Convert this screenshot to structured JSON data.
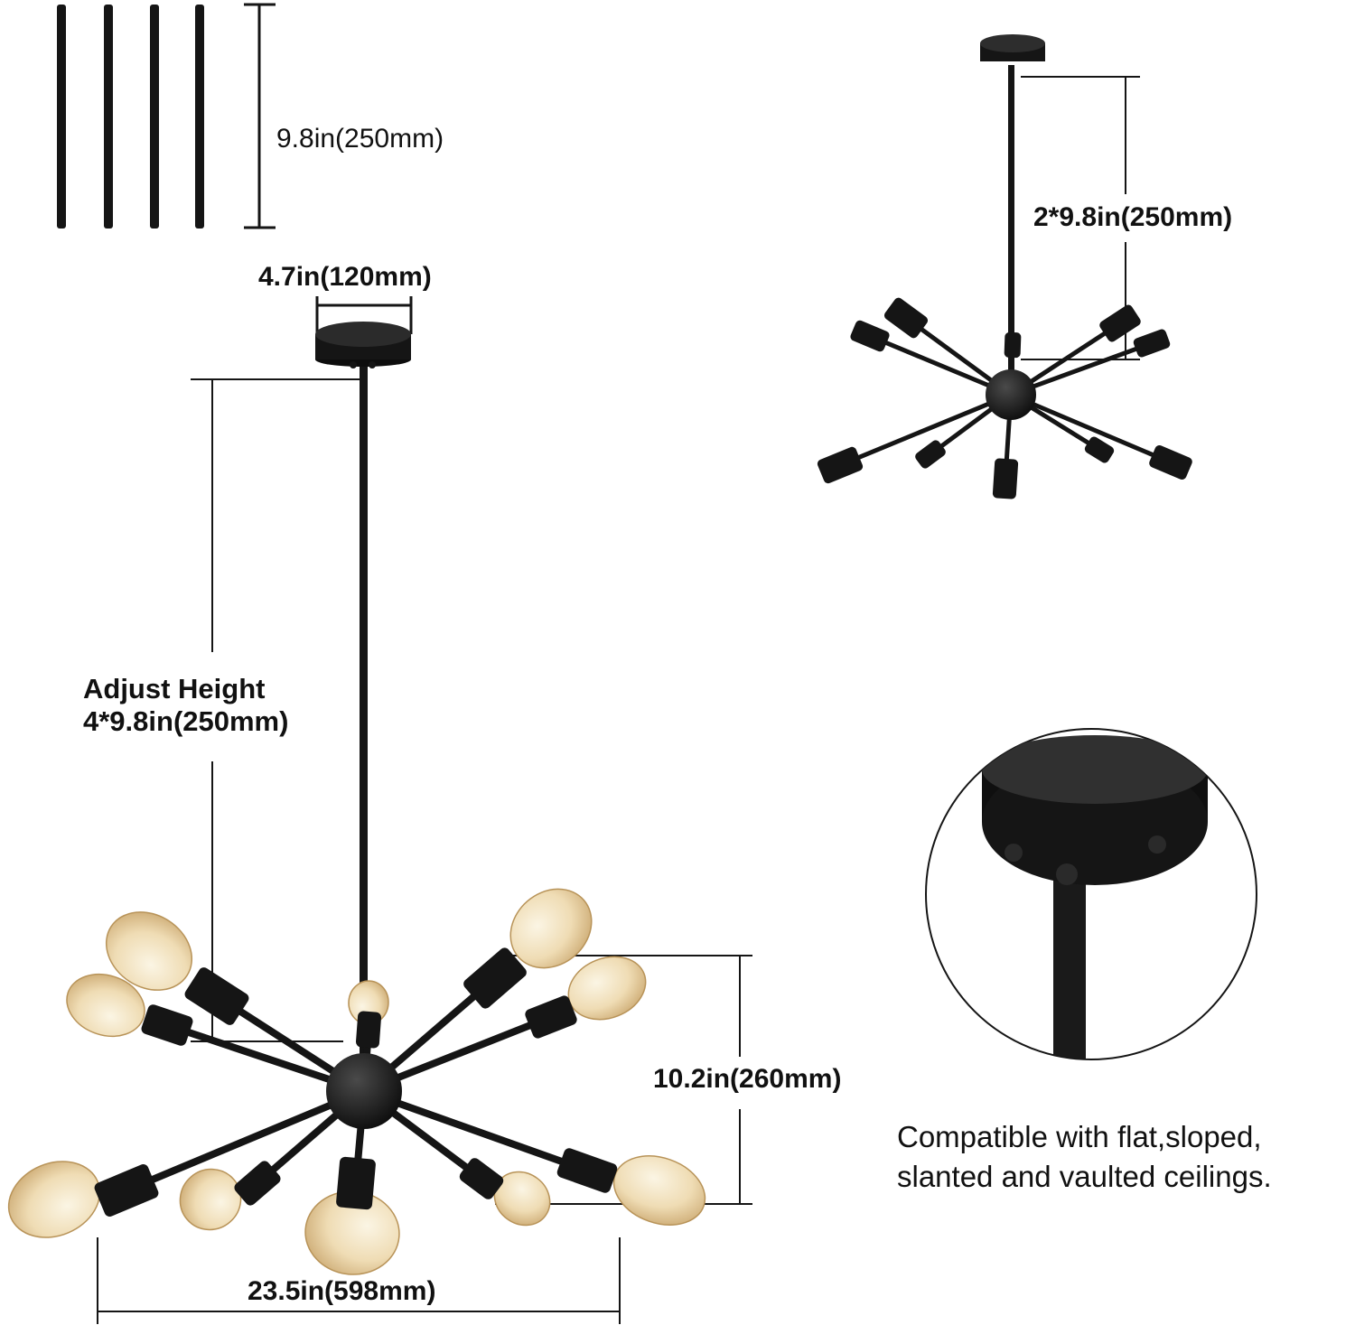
{
  "dimensions": {
    "rod_length": "9.8in(250mm)",
    "canopy_diameter": "4.7in(120mm)",
    "assembled_extension": "2*9.8in(250mm)",
    "adjust_height_title": "Adjust Height",
    "adjust_height_value": "4*9.8in(250mm)",
    "body_height": "10.2in(260mm)",
    "body_width": "23.5in(598mm)"
  },
  "caption": {
    "line1": "Compatible with flat,sloped,",
    "line2": "slanted and vaulted ceilings."
  },
  "colors": {
    "fixture": "#151515",
    "bulb": "#f1e4c6",
    "text": "#111111",
    "background": "#ffffff"
  }
}
